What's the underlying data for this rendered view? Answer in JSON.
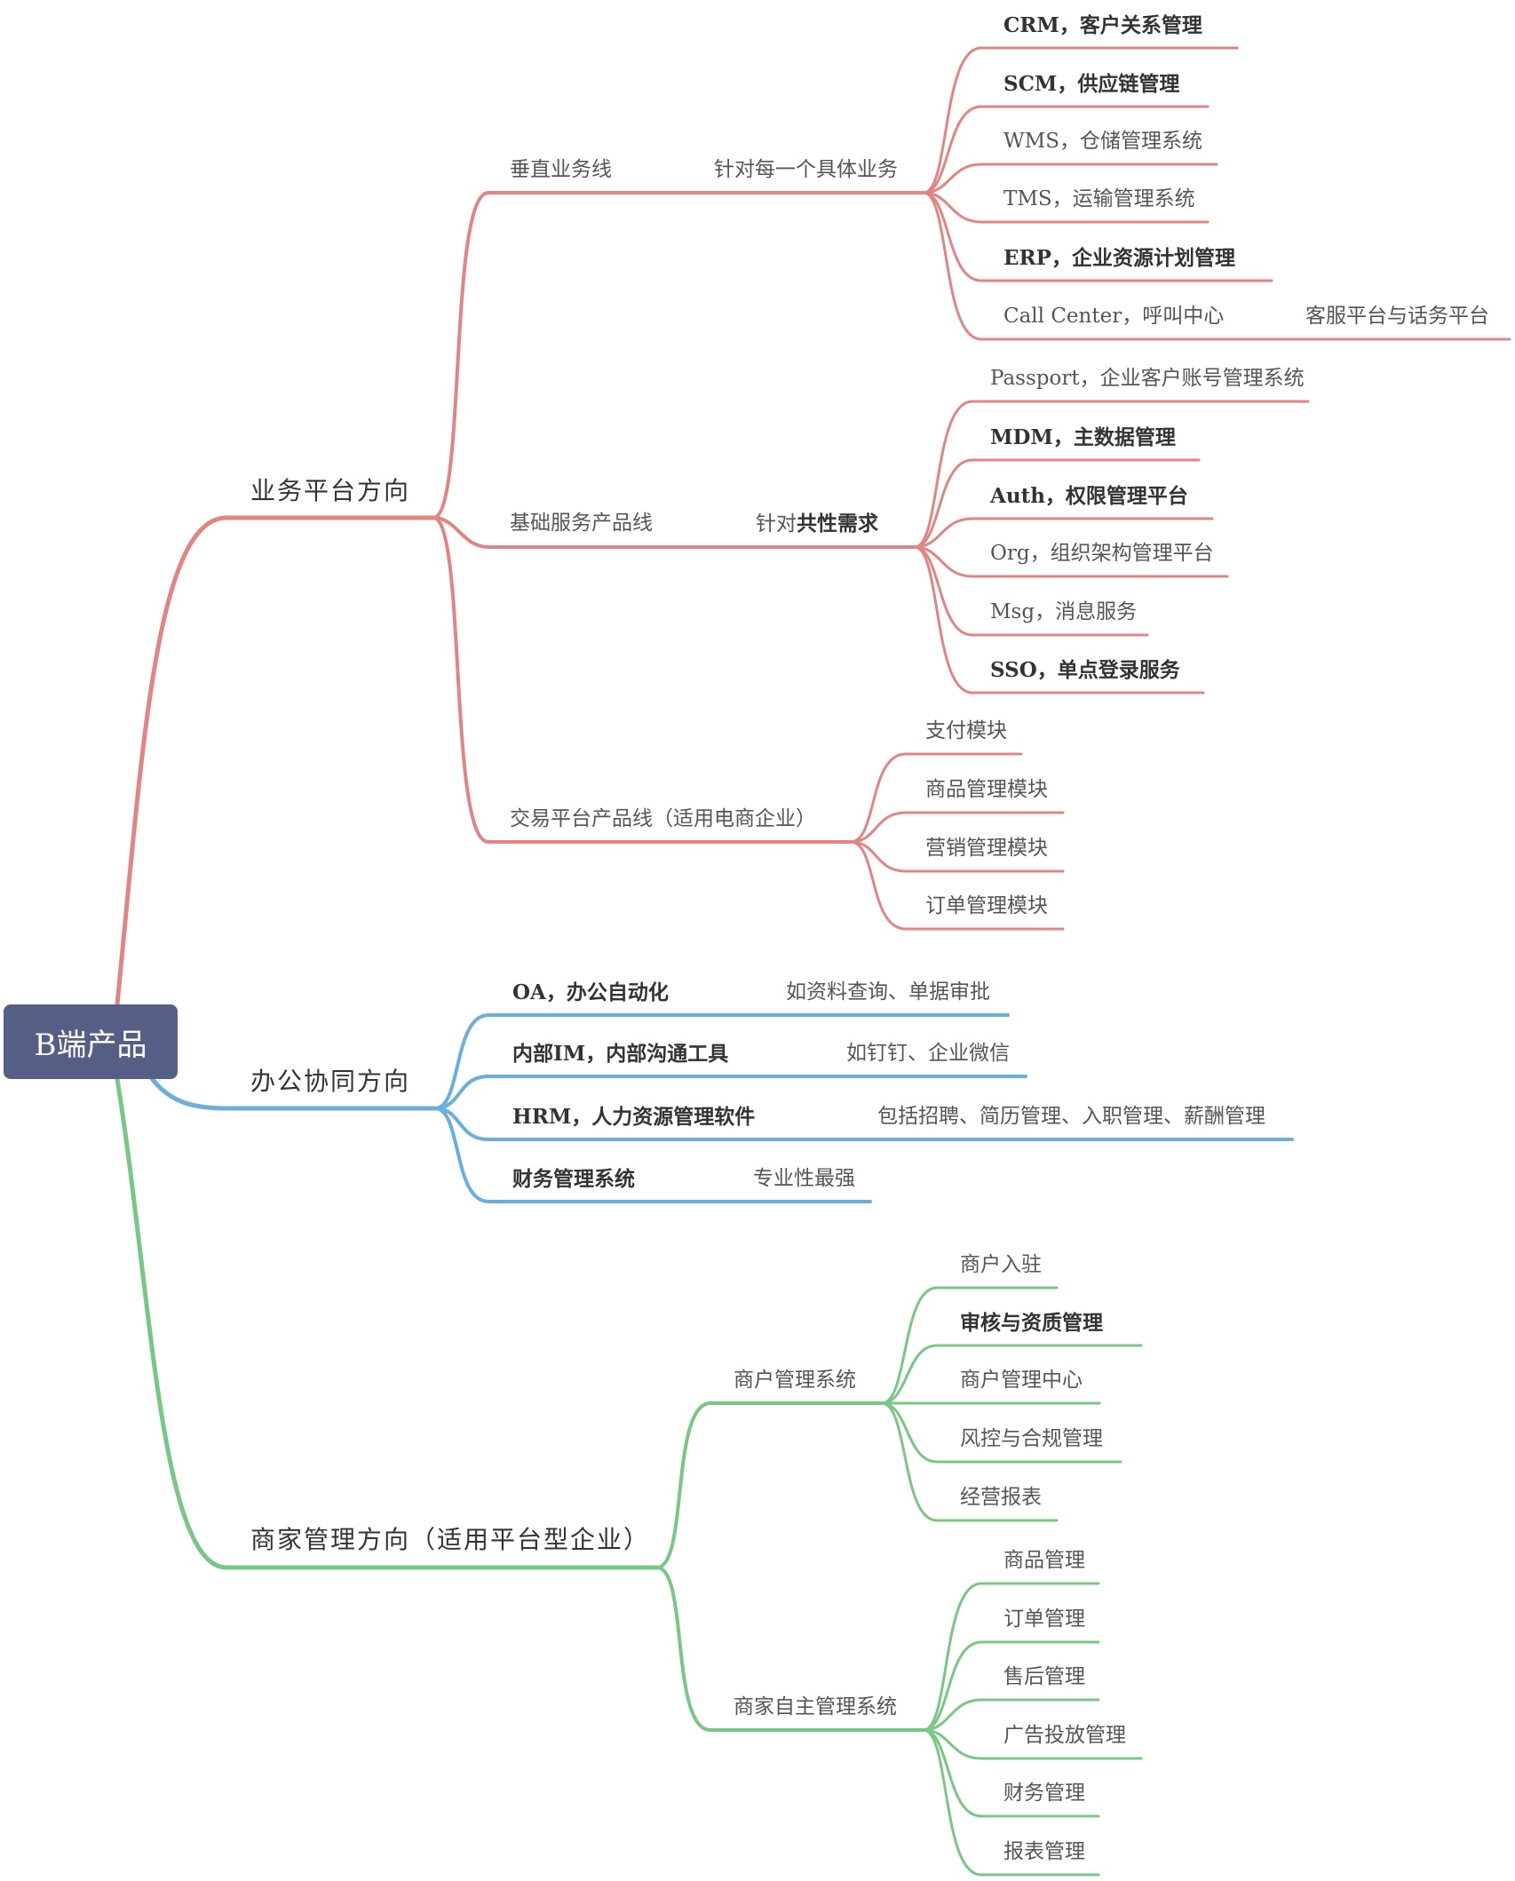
{
  "colors": {
    "red": "#e38484",
    "blue": "#6aaee0",
    "green": "#78c785",
    "root_bg": "#555e85"
  },
  "root": "B端产品",
  "branches": {
    "biz": {
      "title": "业务平台方向",
      "vertical": {
        "title": "垂直业务线",
        "sub": "针对每一个具体业务",
        "items": [
          "CRM，客户关系管理",
          "SCM，供应链管理",
          "WMS，仓储管理系统",
          "TMS，运输管理系统",
          "ERP，企业资源计划管理",
          "Call Center，呼叫中心"
        ],
        "callcenter_note": "客服平台与话务平台"
      },
      "base": {
        "title": "基础服务产品线",
        "sub_a": "针对",
        "sub_b": "共性需求",
        "items": [
          "Passport，企业客户账号管理系统",
          "MDM，主数据管理",
          "Auth，权限管理平台",
          "Org，组织架构管理平台",
          "Msg，消息服务",
          "SSO，单点登录服务"
        ]
      },
      "trade": {
        "title": "交易平台产品线（适用电商企业）",
        "items": [
          "支付模块",
          "商品管理模块",
          "营销管理模块",
          "订单管理模块"
        ]
      }
    },
    "office": {
      "title": "办公协同方向",
      "items": [
        {
          "name": "OA，办公自动化",
          "note": "如资料查询、单据审批"
        },
        {
          "name": "内部IM，内部沟通工具",
          "note": "如钉钉、企业微信"
        },
        {
          "name": "HRM，人力资源管理软件",
          "note": "包括招聘、简历管理、入职管理、薪酬管理"
        },
        {
          "name": "财务管理系统",
          "note": "专业性最强"
        }
      ]
    },
    "merchant": {
      "title": "商家管理方向（适用平台型企业）",
      "mgmt": {
        "title": "商户管理系统",
        "items": [
          "商户入驻",
          "审核与资质管理",
          "商户管理中心",
          "风控与合规管理",
          "经营报表"
        ]
      },
      "self": {
        "title": "商家自主管理系统",
        "items": [
          "商品管理",
          "订单管理",
          "售后管理",
          "广告投放管理",
          "财务管理",
          "报表管理"
        ]
      }
    }
  }
}
